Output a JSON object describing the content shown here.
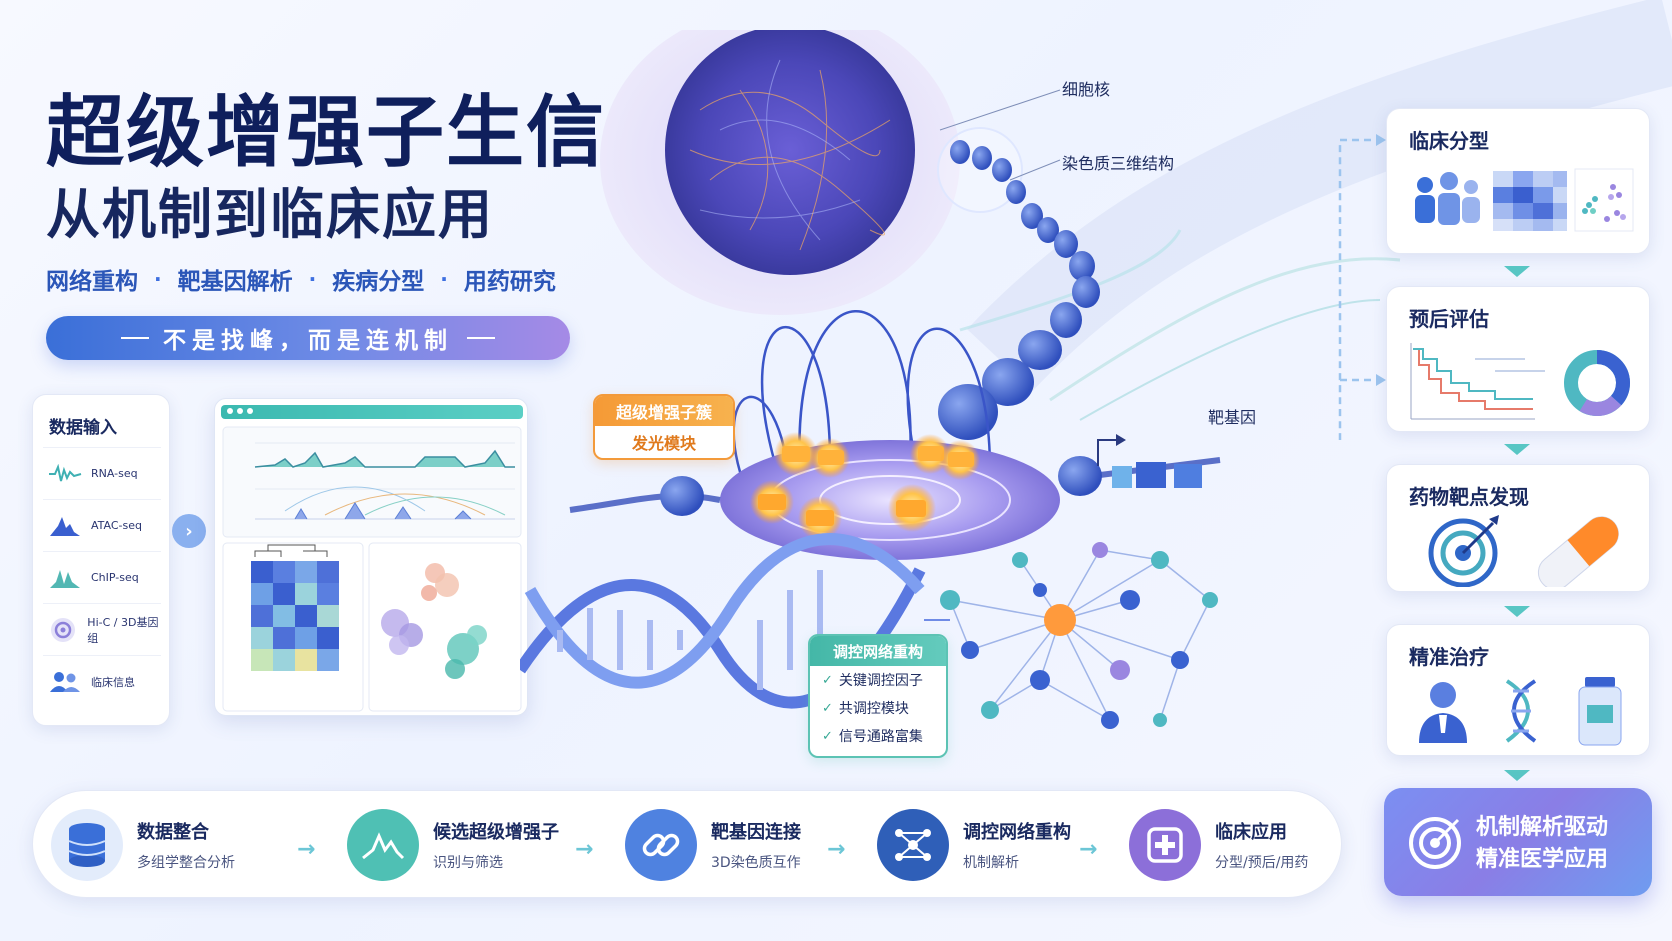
{
  "header": {
    "title": "超级增强子生信分析",
    "subtitle": "从机制到临床应用",
    "keywords": [
      "网络重构",
      "靶基因解析",
      "疾病分型",
      "用药研究"
    ],
    "keyword_separator": "·",
    "slogan": "不是找峰，而是连机制"
  },
  "data_input": {
    "title": "数据输入",
    "items": [
      {
        "label": "RNA-seq",
        "icon": "waveform-icon"
      },
      {
        "label": "ATAC-seq",
        "icon": "peak-icon"
      },
      {
        "label": "ChIP-seq",
        "icon": "peak-icon"
      },
      {
        "label": "Hi-C / 3D基因组",
        "icon": "target-icon"
      },
      {
        "label": "临床信息",
        "icon": "people-icon"
      }
    ]
  },
  "diagram_labels": {
    "nucleus": "细胞核",
    "chromatin": "染色质三维结构",
    "target_gene": "靶基因",
    "super_enhancer_title": "超级增强子簇",
    "super_enhancer_sub": "发光模块",
    "network_title": "调控网络重构",
    "network_items": [
      "关键调控因子",
      "共调控模块",
      "信号通路富集"
    ]
  },
  "clinical": {
    "cards": [
      {
        "title": "临床分型"
      },
      {
        "title": "预后评估"
      },
      {
        "title": "药物靶点发现"
      },
      {
        "title": "精准治疗"
      }
    ],
    "final_line1": "机制解析驱动",
    "final_line2": "精准医学应用"
  },
  "pipeline": {
    "steps": [
      {
        "name": "数据整合",
        "desc": "多组学整合分析",
        "icon": "database-icon"
      },
      {
        "name": "候选超级增强子",
        "desc": "识别与筛选",
        "icon": "peak-icon"
      },
      {
        "name": "靶基因连接",
        "desc": "3D染色质互作",
        "icon": "link-icon"
      },
      {
        "name": "调控网络重构",
        "desc": "机制解析",
        "icon": "network-icon"
      },
      {
        "name": "临床应用",
        "desc": "分型/预后/用药",
        "icon": "medical-cross-icon"
      }
    ]
  },
  "colors": {
    "title": "#0f1f5c",
    "accent_blue": "#3a6fd8",
    "accent_orange": "#f59a36",
    "accent_teal": "#44b7a7",
    "accent_purple": "#8a7ee6"
  }
}
